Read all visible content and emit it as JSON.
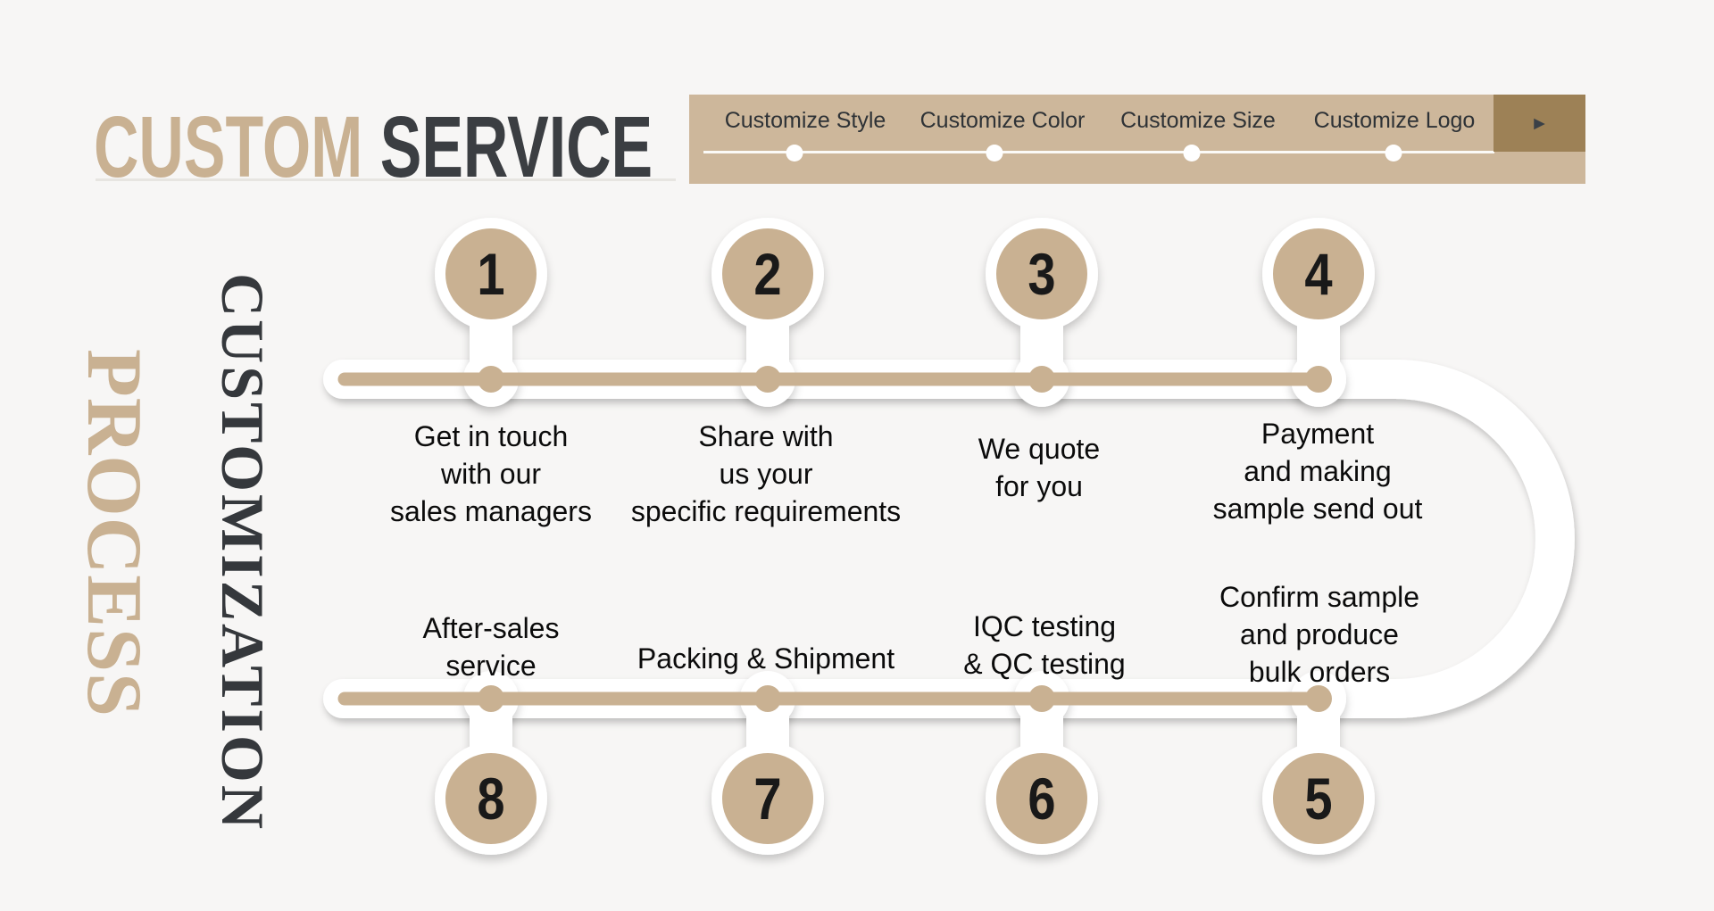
{
  "title": {
    "part1": "CUSTOM",
    "part2": "SERVICE"
  },
  "topbar": {
    "items": [
      {
        "label": "Customize Style"
      },
      {
        "label": "Customize Color"
      },
      {
        "label": "Customize Size"
      },
      {
        "label": "Customize Logo"
      }
    ],
    "arrow_icon": "►"
  },
  "side_labels": {
    "process": "PROCESS",
    "customization": "CUSTOMIZATION"
  },
  "steps": [
    {
      "num": "1",
      "text": "Get in touch\nwith our\nsales managers"
    },
    {
      "num": "2",
      "text": "Share with\nus your\nspecific requirements"
    },
    {
      "num": "3",
      "text": "We quote\nfor you"
    },
    {
      "num": "4",
      "text": "Payment\nand making\nsample send out"
    },
    {
      "num": "5",
      "text": "Confirm sample\nand produce\nbulk orders"
    },
    {
      "num": "6",
      "text": "IQC testing\n& QC testing"
    },
    {
      "num": "7",
      "text": "Packing & Shipment"
    },
    {
      "num": "8",
      "text": "After-sales\nservice"
    }
  ],
  "colors": {
    "background": "#f7f6f5",
    "tan": "#c9b192",
    "topbar_background": "#cdb79b",
    "arrow_box": "#9d8156",
    "dark_text": "#3b3e42",
    "body_text": "#0b0b0b",
    "white": "#ffffff"
  }
}
